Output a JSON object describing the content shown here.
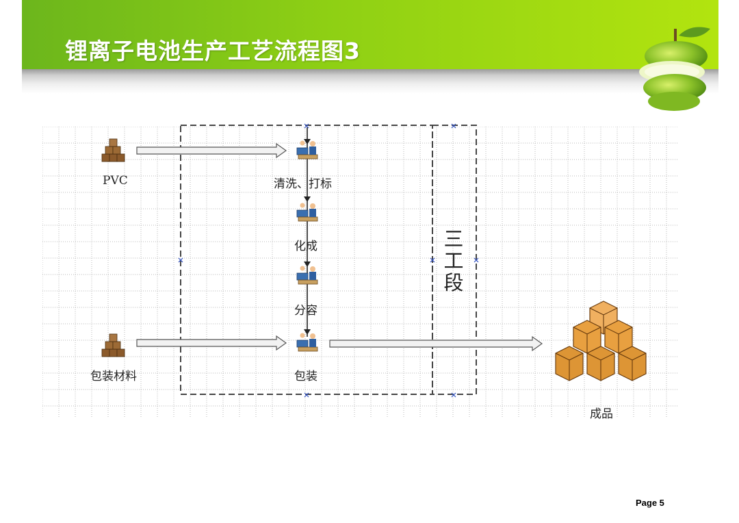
{
  "slide": {
    "title": "锂离子电池生产工艺流程图3",
    "page_label": "Page 5"
  },
  "diagram": {
    "inputs": [
      {
        "label": "PVC"
      },
      {
        "label": "包装材料"
      }
    ],
    "process_steps": [
      {
        "label": "清洗、打标"
      },
      {
        "label": "化成"
      },
      {
        "label": "分容"
      },
      {
        "label": "包装"
      }
    ],
    "stage_label": [
      "三",
      "工",
      "段"
    ],
    "output": {
      "label": "成品"
    }
  },
  "colors": {
    "banner_green": "#8fd014",
    "worker_blue": "#3a6fb0",
    "box_brown": "#8b5a2b",
    "product_orange": "#e8a040"
  },
  "icons": [
    "apple-icon",
    "box-stack-icon",
    "worker-icon"
  ]
}
